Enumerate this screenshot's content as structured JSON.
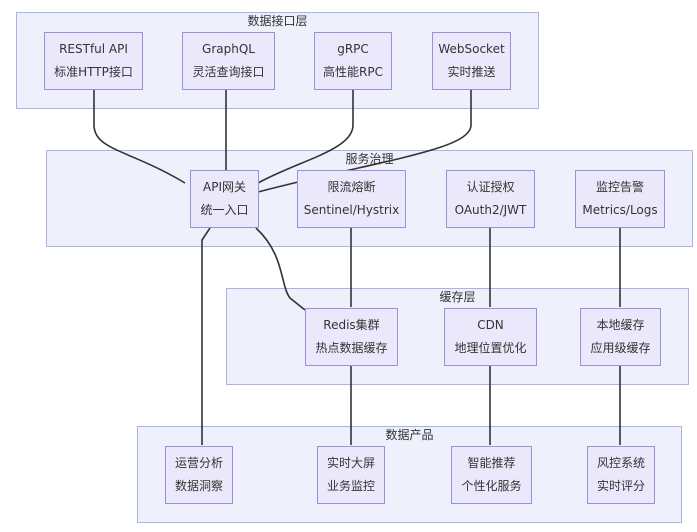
{
  "layers": {
    "data_interface": {
      "title": "数据接口层",
      "nodes": {
        "restful": {
          "line1": "RESTful API",
          "line2": "标准HTTP接口"
        },
        "graphql": {
          "line1": "GraphQL",
          "line2": "灵活查询接口"
        },
        "grpc": {
          "line1": "gRPC",
          "line2": "高性能RPC"
        },
        "websocket": {
          "line1": "WebSocket",
          "line2": "实时推送"
        }
      }
    },
    "service_governance": {
      "title": "服务治理",
      "nodes": {
        "gateway": {
          "line1": "API网关",
          "line2": "统一入口"
        },
        "ratelimit": {
          "line1": "限流熔断",
          "line2": "Sentinel/Hystrix"
        },
        "auth": {
          "line1": "认证授权",
          "line2": "OAuth2/JWT"
        },
        "monitor": {
          "line1": "监控告警",
          "line2": "Metrics/Logs"
        }
      }
    },
    "cache": {
      "title": "缓存层",
      "nodes": {
        "redis": {
          "line1": "Redis集群",
          "line2": "热点数据缓存"
        },
        "cdn": {
          "line1": "CDN",
          "line2": "地理位置优化"
        },
        "local": {
          "line1": "本地缓存",
          "line2": "应用级缓存"
        }
      }
    },
    "data_product": {
      "title": "数据产品",
      "nodes": {
        "ops": {
          "line1": "运营分析",
          "line2": "数据洞察"
        },
        "screen": {
          "line1": "实时大屏",
          "line2": "业务监控"
        },
        "recommend": {
          "line1": "智能推荐",
          "line2": "个性化服务"
        },
        "risk": {
          "line1": "风控系统",
          "line2": "实时评分"
        }
      }
    }
  },
  "colors": {
    "layer_fill": "#eef0fc",
    "layer_border": "#a9b4e6",
    "node_fill": "#ece8fb",
    "node_border": "#9d8fdc",
    "edge": "#333333"
  }
}
